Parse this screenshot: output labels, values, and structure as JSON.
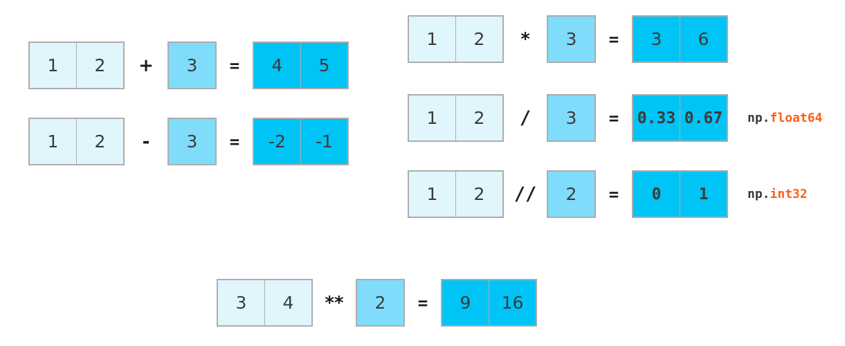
{
  "figure": {
    "title": "NumPy array broadcasting arithmetic with a scalar",
    "background": "#ffffff",
    "colors": {
      "operand_fill": "#e1f5fd",
      "scalar_fill": "#7fdcfa",
      "result_fill": "#00c4f5",
      "cell_border": "#adadad",
      "text": "#3b3b3b",
      "operator": "#1c1c1c",
      "dtype_accent": "#fc5e16",
      "dtype_prefix": "#3b3b3b"
    },
    "equals_symbol": "="
  },
  "rows": [
    {
      "id": "add",
      "operand": [
        "1",
        "2"
      ],
      "operator": "+",
      "operator_style": "sans",
      "scalar": [
        "3"
      ],
      "equals": "=",
      "result": [
        "4",
        "5"
      ],
      "result_style": "sans",
      "dtype_prefix": "",
      "dtype_name": ""
    },
    {
      "id": "subtract",
      "operand": [
        "1",
        "2"
      ],
      "operator": "-",
      "operator_style": "sans",
      "scalar": [
        "3"
      ],
      "equals": "=",
      "result": [
        "-2",
        "-1"
      ],
      "result_style": "sans",
      "dtype_prefix": "",
      "dtype_name": ""
    },
    {
      "id": "multiply",
      "operand": [
        "1",
        "2"
      ],
      "operator": "*",
      "operator_style": "sans",
      "scalar": [
        "3"
      ],
      "equals": "=",
      "result": [
        "3",
        "6"
      ],
      "result_style": "sans",
      "dtype_prefix": "",
      "dtype_name": ""
    },
    {
      "id": "true-divide",
      "operand": [
        "1",
        "2"
      ],
      "operator": "/",
      "operator_style": "mono",
      "scalar": [
        "3"
      ],
      "equals": "=",
      "result": [
        "0.33",
        "0.67"
      ],
      "result_style": "mono",
      "dtype_prefix": "np.",
      "dtype_name": "float64"
    },
    {
      "id": "floor-divide",
      "operand": [
        "1",
        "2"
      ],
      "operator": "//",
      "operator_style": "mono",
      "scalar": [
        "2"
      ],
      "equals": "=",
      "result": [
        "0",
        "1"
      ],
      "result_style": "mono-plain",
      "dtype_prefix": "np.",
      "dtype_name": "int32"
    },
    {
      "id": "power",
      "operand": [
        "3",
        "4"
      ],
      "operator": "**",
      "operator_style": "sans",
      "scalar": [
        "2"
      ],
      "equals": "=",
      "result": [
        "9",
        "16"
      ],
      "result_style": "sans",
      "dtype_prefix": "",
      "dtype_name": ""
    }
  ]
}
